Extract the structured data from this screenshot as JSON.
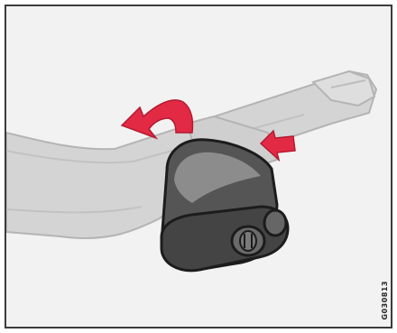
{
  "illustration": {
    "reference_code": "G030813",
    "colors": {
      "background": "#f2f2f2",
      "frame_border": "#3c3c3c",
      "bar_fill": "#d4d4d4",
      "bar_outline": "#b4b4b4",
      "knob_dark": "#555555",
      "knob_light": "#8c8c8c",
      "knob_outline": "#1c1c1c",
      "arrow_red": "#e32a45"
    },
    "icons": {
      "rotate_arrow": "curved-rotation-arrow",
      "push_arrow": "straight-push-arrow"
    }
  }
}
